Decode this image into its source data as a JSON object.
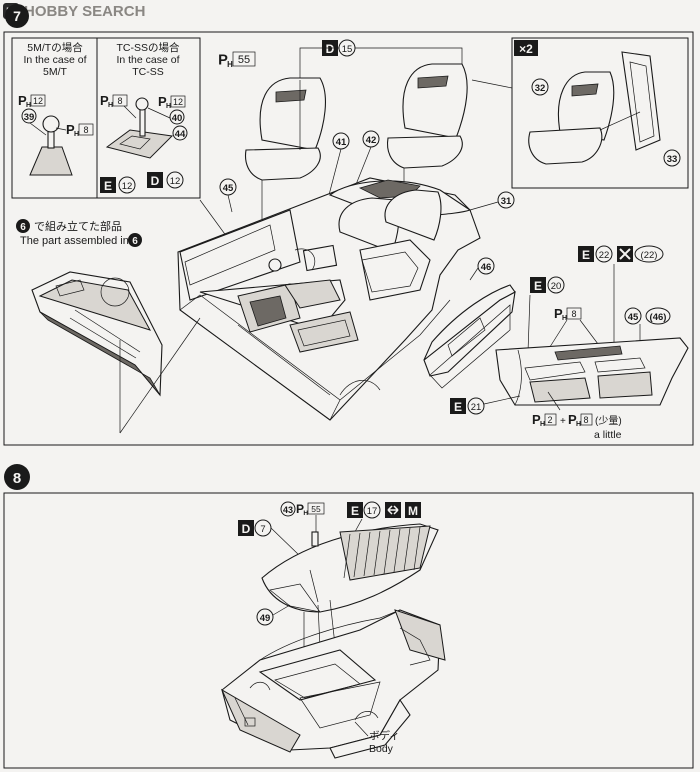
{
  "header": {
    "logo_letter": "H",
    "logo_text": "HOBBY SEARCH"
  },
  "step7": {
    "number": "7",
    "inset": {
      "col1_jp": "5M/Tの場合",
      "col1_en1": "In the case of",
      "col1_en2": "5M/T",
      "col2_jp": "TC-SSの場合",
      "col2_en1": "In the case of",
      "col2_en2": "TC-SS",
      "ph12_a": "12",
      "ph8_a": "8",
      "part39": "39",
      "ph8_b": "8",
      "ph12_b": "12",
      "part40": "40",
      "part44": "44",
      "e12": "E",
      "e12_num": "12",
      "d12": "D",
      "d12_num": "12"
    },
    "ph55": "55",
    "d15": "D",
    "d15_num": "15",
    "x2": "×2",
    "part32": "32",
    "part33": "33",
    "part41": "41",
    "part42": "42",
    "part45": "45",
    "part31": "31",
    "part46": "46",
    "assembled_jp_num": "6",
    "assembled_jp": "で組み立てた部品",
    "assembled_en": "The part assembled in",
    "assembled_en_num": "6",
    "e20": "E",
    "e20_num": "20",
    "e22": "E",
    "e22_num": "22",
    "n22": "(22)",
    "ph8_c": "8",
    "part45b": "45",
    "part46b": "(46)",
    "e21": "E",
    "e21_num": "21",
    "ph2": "2",
    "ph8_d": "8",
    "little_jp": "(少量)",
    "little_en": "a little"
  },
  "step8": {
    "number": "8",
    "part43": "43",
    "ph55": "55",
    "e17": "E",
    "e17_num": "17",
    "m": "M",
    "d7": "D",
    "d7_num": "7",
    "part49": "49",
    "body_jp": "ボディ",
    "body_en": "Body"
  }
}
